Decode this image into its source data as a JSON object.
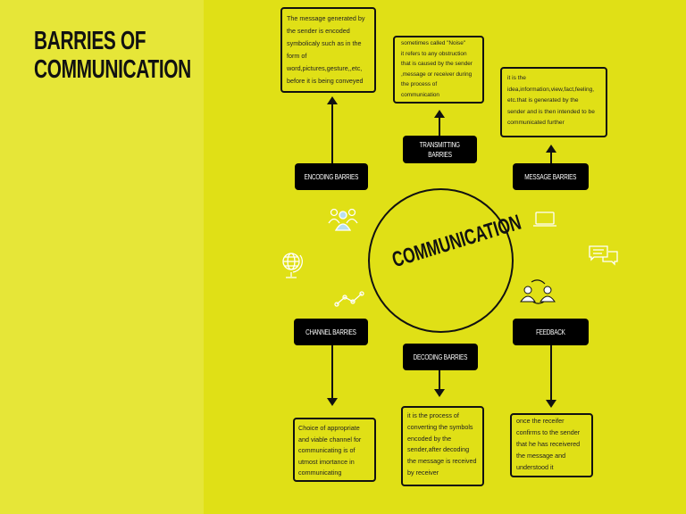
{
  "title": {
    "line1": "BARRIES OF",
    "line2": "COMMUNICATION"
  },
  "center": "COMMUNICATION",
  "nodes": {
    "encoding": {
      "label": "ENCODING BARRIES",
      "description": [
        "The message  generated by",
        "the sender is encoded",
        "symbolicaly such as in the",
        "form of",
        " word,pictures,gesture,,etc,",
        "before it is  being conveyed"
      ]
    },
    "transmitting": {
      "label_line1": "TRANSMITTING",
      "label_line2": "BARRIES",
      "description": [
        "sometimes called  \"Noise\"",
        " it refers to any obstruction",
        "that is caused by the sender",
        ",message or receiver during",
        "the process of",
        "communication"
      ]
    },
    "message": {
      "label": "MESSAGE BARRIES",
      "description": [
        "it is the",
        "idea,information,view,fact,feeling,",
        "etc.that is generated by the",
        "sender and is then intended to be",
        "communicated further"
      ]
    },
    "channel": {
      "label": "CHANNEL BARRIES",
      "description": [
        "Choice  of appropriate",
        "and viable channel for",
        "communicating is of",
        "utmost imortance in",
        "communicating"
      ]
    },
    "decoding": {
      "label": "DECODING BARRIES",
      "description": [
        "it is the process of",
        "converting the symbols",
        "encoded by the",
        "sender,after decoding",
        "the message is received",
        "by receiver"
      ]
    },
    "feedback": {
      "label": "FEEDBACK",
      "description": [
        "once the receifer",
        "confirms to the sender",
        "that he has receivered",
        "the message and",
        "understood  it"
      ]
    }
  },
  "icons": [
    "people-group-icon",
    "laptop-icon",
    "globe-icon",
    "chat-bubbles-icon",
    "trend-line-icon",
    "exchange-people-icon"
  ],
  "colors": {
    "left_panel": "#e6e638",
    "background": "#e0e016",
    "label_bg": "#000000"
  }
}
